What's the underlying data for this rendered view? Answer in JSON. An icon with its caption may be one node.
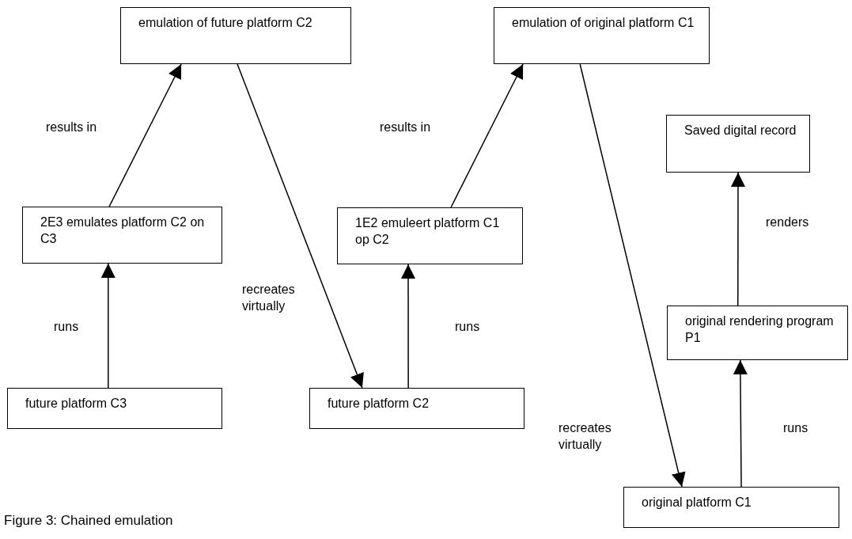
{
  "diagram": {
    "caption": "Figure 3: Chained emulation",
    "nodes": [
      {
        "text": [
          "emulation of future platform C2"
        ]
      },
      {
        "text": [
          "emulation of original platform C1"
        ]
      },
      {
        "text": [
          "Saved digital record"
        ]
      },
      {
        "text": [
          "2E3 emulates platform C2 on C3"
        ]
      },
      {
        "text": [
          "1E2 emuleert platform C1 op C2"
        ]
      },
      {
        "text": [
          "original rendering program P1"
        ]
      },
      {
        "text": [
          "future platform C3"
        ]
      },
      {
        "text": [
          "future platform C2"
        ]
      },
      {
        "text": [
          "original platform C1"
        ]
      }
    ],
    "edges": [
      {
        "from": 3,
        "to": 0,
        "arrow": "to",
        "label": "results in"
      },
      {
        "from": 0,
        "to": 7,
        "arrow": "to",
        "label": "recreates virtually"
      },
      {
        "from": 7,
        "to": 4,
        "arrow": "to",
        "label": "runs"
      },
      {
        "from": 4,
        "to": 1,
        "arrow": "to",
        "label": "results in"
      },
      {
        "from": 1,
        "to": 8,
        "arrow": "to",
        "label": "recreates virtually"
      },
      {
        "from": 8,
        "to": 5,
        "arrow": "to",
        "label": "runs"
      },
      {
        "from": 5,
        "to": 2,
        "arrow": "to",
        "label": "renders"
      },
      {
        "from": 6,
        "to": 3,
        "arrow": "to",
        "label": "runs"
      }
    ]
  }
}
